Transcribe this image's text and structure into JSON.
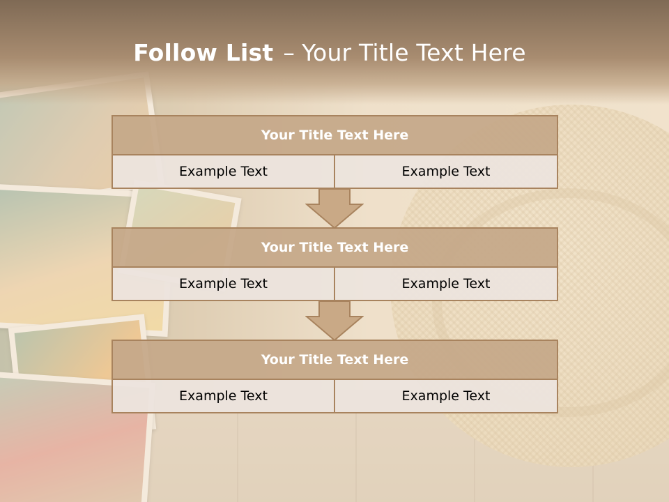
{
  "slide": {
    "title_bold": "Follow List",
    "title_dash": "–",
    "title_rest": "Your Title Text Here"
  },
  "steps": [
    {
      "title": "Your Title Text Here",
      "left": "Example Text",
      "right": "Example Text"
    },
    {
      "title": "Your Title Text Here",
      "left": "Example Text",
      "right": "Example Text"
    },
    {
      "title": "Your Title Text Here",
      "left": "Example Text",
      "right": "Example Text"
    }
  ],
  "colors": {
    "header": "#8e765e",
    "box_title_fill": "#c5a889",
    "box_border": "#a8835e",
    "cell_fill": "#ece4dd",
    "arrow_fill": "#c9a986"
  },
  "icons": {
    "connector": "down-arrow-icon"
  }
}
